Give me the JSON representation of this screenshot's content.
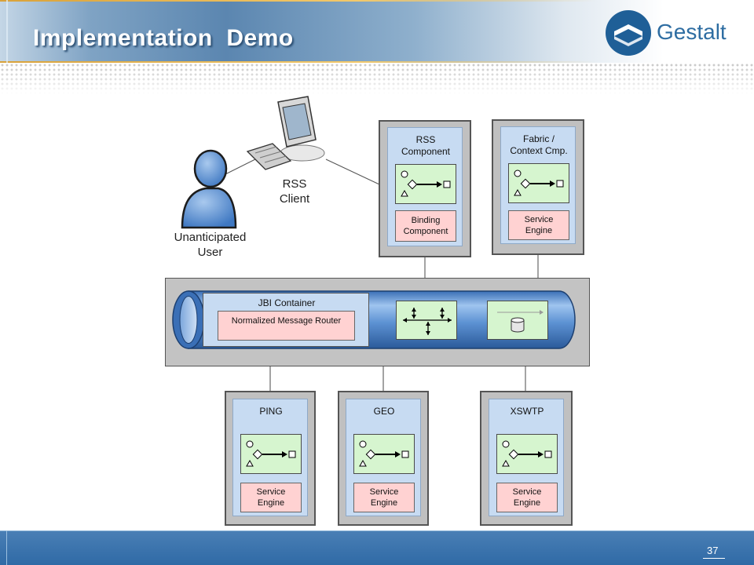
{
  "slide": {
    "title": "Implementation  Demo",
    "logo_text": "Gestalt",
    "page_number": "37"
  },
  "diagram": {
    "user": {
      "label_line1": "Unanticipated",
      "label_line2": "User"
    },
    "client": {
      "label_line1": "RSS",
      "label_line2": "Client"
    },
    "rss_component": {
      "title_line1": "RSS",
      "title_line2": "Component",
      "sub_line1": "Binding",
      "sub_line2": "Component"
    },
    "fabric_component": {
      "title_line1": "Fabric /",
      "title_line2": "Context Cmp.",
      "sub_line1": "Service",
      "sub_line2": "Engine"
    },
    "container": {
      "title": "JBI Container",
      "router": "Normalized Message Router"
    },
    "ping": {
      "title": "PING",
      "sub_line1": "Service",
      "sub_line2": "Engine"
    },
    "geo": {
      "title": "GEO",
      "sub_line1": "Service",
      "sub_line2": "Engine"
    },
    "xswtp": {
      "title": "XSWTP",
      "sub_line1": "Service",
      "sub_line2": "Engine"
    }
  },
  "colors": {
    "header_blue": "#5b86b0",
    "footer_blue": "#2f6aa6",
    "logo_blue": "#1f5f97",
    "bus_blue": "#4a80c6",
    "process_green": "#d6f5cf",
    "engine_pink": "#ffd2d2"
  }
}
